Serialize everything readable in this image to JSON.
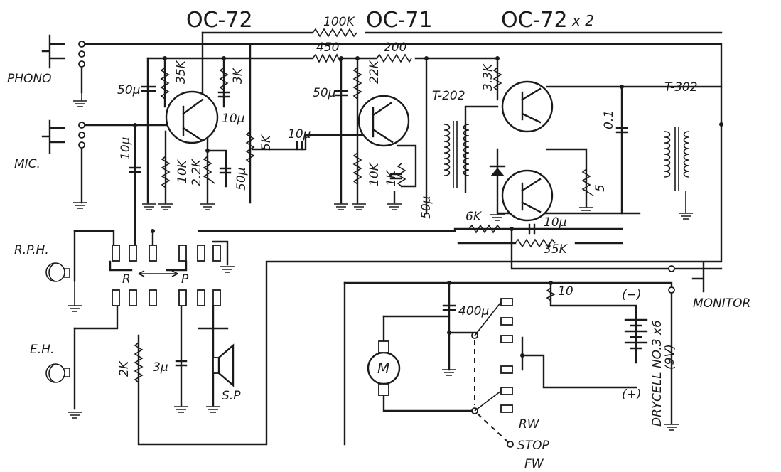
{
  "transistors": {
    "q1": "OC-72",
    "q2": "OC-71",
    "q34": "OC-72",
    "q34_mult": "x 2"
  },
  "connectors": {
    "phono": "PHONO",
    "mic": "MIC.",
    "rph": "R.P.H.",
    "eh": "E.H.",
    "monitor": "MONITOR",
    "sp": "S.P"
  },
  "components": {
    "r_100k": "100K",
    "r_450": "450",
    "r_200": "200",
    "c_50u_a": "50μ",
    "r_35k_a": "35K",
    "r_3k": "3K",
    "c_10u_a": "10μ",
    "c_10u_in": "10μ",
    "r_10k_a": "10K",
    "r_22k_a": "2.2K",
    "c_50u_b": "50μ",
    "vr_5k": "5K",
    "c_10u_b": "10μ",
    "c_50u_c": "50μ",
    "r_22k_b": "22K",
    "r_10k_b": "10K",
    "r_1k": "1K",
    "c_50u_d": "50μ",
    "t202": "T-202",
    "r_33k": "3.3K",
    "t302": "T-302",
    "c_01": "0.1",
    "r_5": "5",
    "r_6k": "6K",
    "c_10u_fb": "10μ",
    "r_35k_fb": "35K",
    "c_400u": "400μ",
    "r_10": "10",
    "motor": "M",
    "r_2k": "2K",
    "c_3u": "3μ"
  },
  "switches": {
    "rec": "R",
    "play": "P",
    "rw": "RW",
    "stop": "STOP",
    "fw": "FW"
  },
  "battery": {
    "minus": "(−)",
    "plus": "(+)",
    "label": "DRYCELL NO.3 x6",
    "voltage": "(9V)"
  }
}
